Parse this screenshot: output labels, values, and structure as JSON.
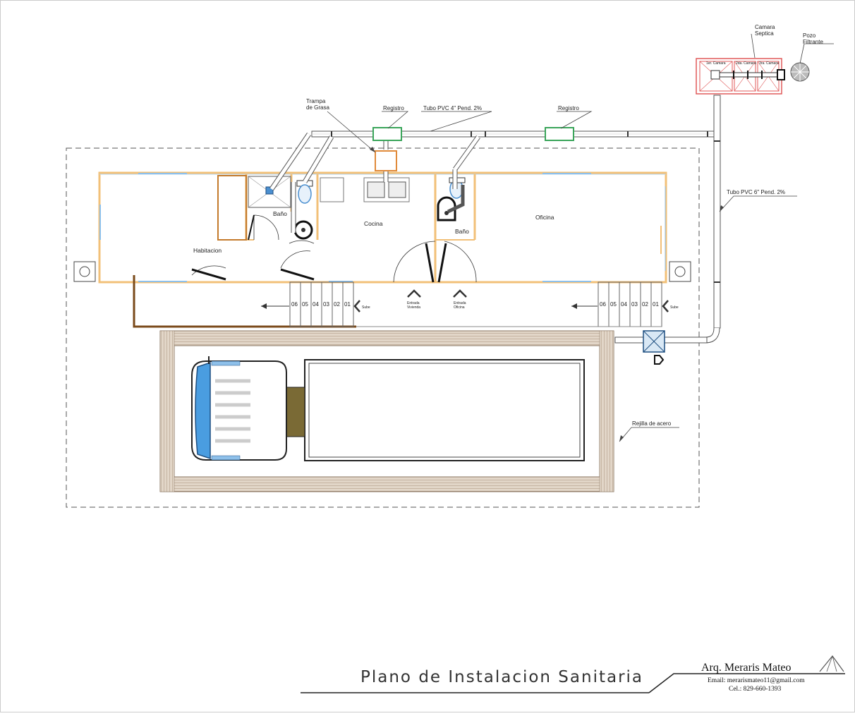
{
  "drawing": {
    "title": "Plano de Instalacion Sanitaria",
    "author": "Arq. Meraris Mateo",
    "email": "Email: merarismateo11@gmail.com",
    "phone": "Cel.: 829-660-1393"
  },
  "labels": {
    "camara_septica": [
      "Camara",
      "Septica"
    ],
    "pozo_filtrante": [
      "Pozo",
      "Filtrante"
    ],
    "trampa_grasa": [
      "Trampa",
      "de Grasa"
    ],
    "registro": "Registro",
    "tubo_4": "Tubo PVC 4\" Pend. 2%",
    "tubo_6": "Tubo PVC 6\" Pend. 2%",
    "rejilla": "Rejilla de acero",
    "septic_compartments": [
      "1er. Camara",
      "2da. Camara",
      "3ra. Camara"
    ]
  },
  "rooms": {
    "bano_1": "Baño",
    "bano_2": "Baño",
    "cocina": "Cocina",
    "oficina": "Oficina",
    "habitacion": "Habitacion"
  },
  "entrances": {
    "vivienda": [
      "Entrada",
      "Vivienda"
    ],
    "oficina": [
      "Entrada",
      "Oficina"
    ]
  },
  "stairs": {
    "steps": [
      "06",
      "05",
      "04",
      "03",
      "02",
      "01"
    ],
    "sube": "Sube"
  },
  "colors": {
    "wall": "#f2c078",
    "septic": "#e05a5a",
    "registro": "#3aa55a",
    "trampa": "#e08a3a",
    "fixture_blue": "#4a8fd0",
    "grate": "#c9b6a4",
    "trim": "#7a4a1a"
  }
}
